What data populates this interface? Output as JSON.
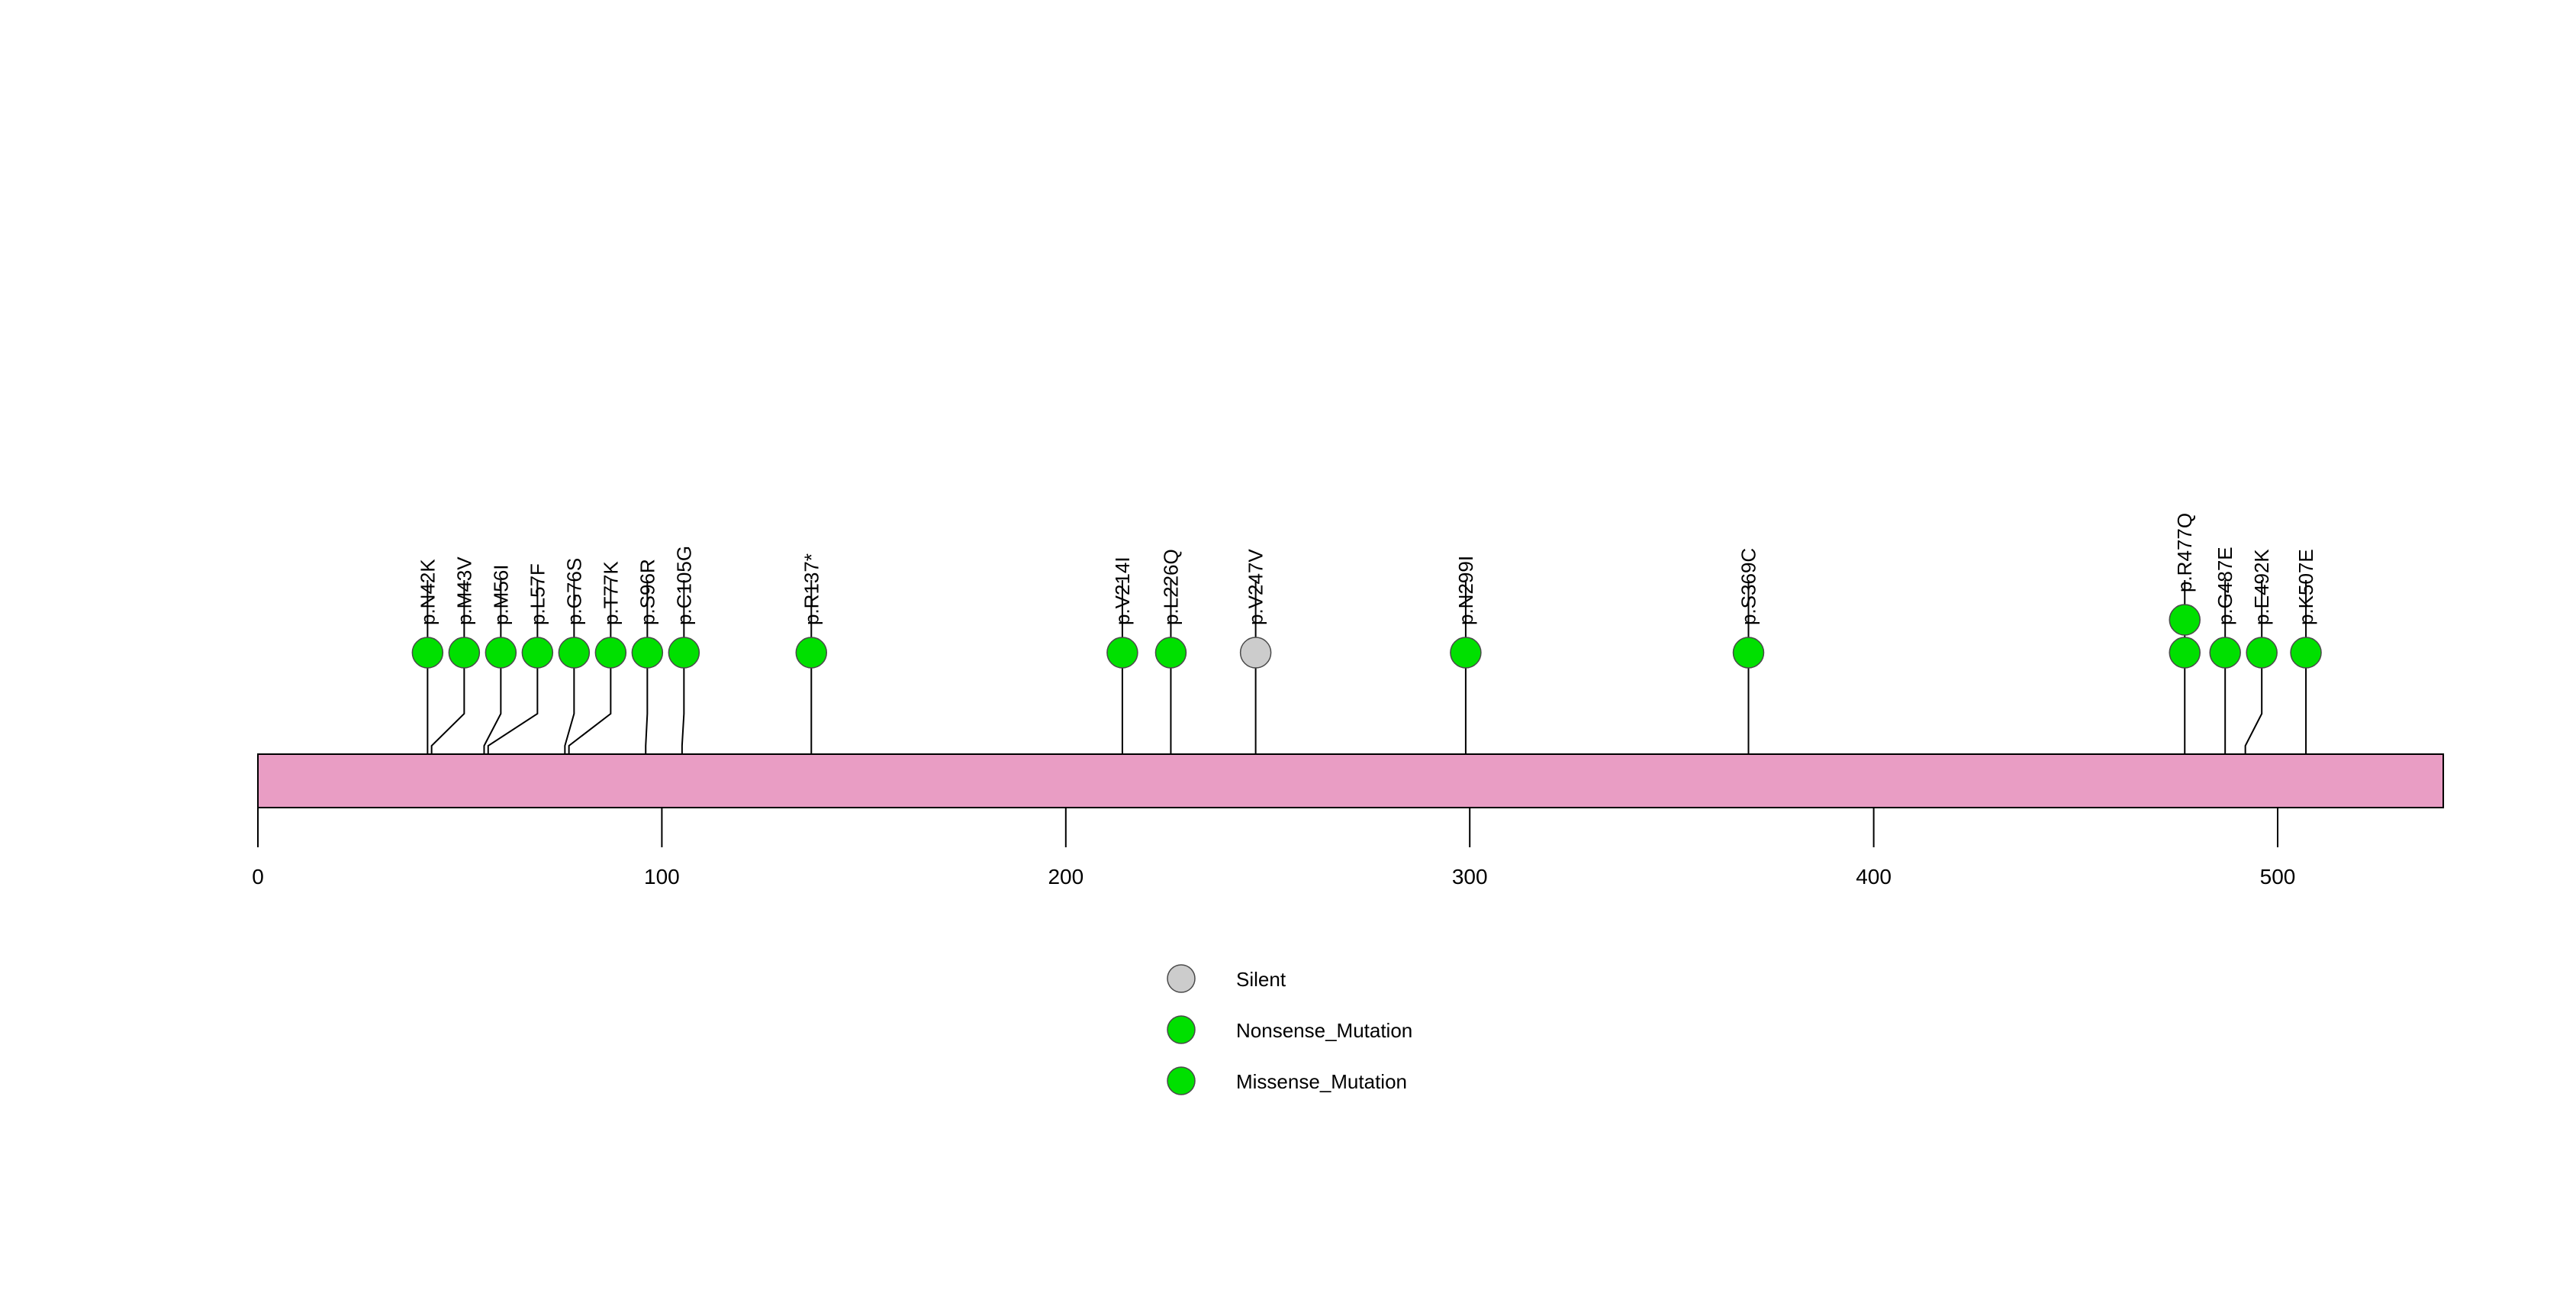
{
  "chart_data": {
    "type": "lollipop",
    "title": "",
    "xlabel": "",
    "ylabel": "",
    "protein_length": 541,
    "axis_ticks": [
      0,
      100,
      200,
      300,
      400,
      500
    ],
    "xlim": [
      0,
      541
    ],
    "grid": false,
    "legend_position": "bottom-center",
    "backbone_color": "#E99DC4",
    "mutations": [
      {
        "label": "p.N42K",
        "position": 42,
        "count": 1,
        "type": "Missense_Mutation",
        "color": "#00E000"
      },
      {
        "label": "p.M43V",
        "position": 43,
        "count": 1,
        "type": "Missense_Mutation",
        "color": "#00E000"
      },
      {
        "label": "p.M56I",
        "position": 56,
        "count": 1,
        "type": "Missense_Mutation",
        "color": "#00E000"
      },
      {
        "label": "p.L57F",
        "position": 57,
        "count": 1,
        "type": "Missense_Mutation",
        "color": "#00E000"
      },
      {
        "label": "p.G76S",
        "position": 76,
        "count": 1,
        "type": "Missense_Mutation",
        "color": "#00E000"
      },
      {
        "label": "p.T77K",
        "position": 77,
        "count": 1,
        "type": "Missense_Mutation",
        "color": "#00E000"
      },
      {
        "label": "p.S96R",
        "position": 96,
        "count": 1,
        "type": "Missense_Mutation",
        "color": "#00E000"
      },
      {
        "label": "p.C105G",
        "position": 105,
        "count": 1,
        "type": "Missense_Mutation",
        "color": "#00E000"
      },
      {
        "label": "p.R137*",
        "position": 137,
        "count": 1,
        "type": "Nonsense_Mutation",
        "color": "#00E000"
      },
      {
        "label": "p.V214I",
        "position": 214,
        "count": 1,
        "type": "Missense_Mutation",
        "color": "#00E000"
      },
      {
        "label": "p.L226Q",
        "position": 226,
        "count": 1,
        "type": "Missense_Mutation",
        "color": "#00E000"
      },
      {
        "label": "p.V247V",
        "position": 247,
        "count": 1,
        "type": "Silent",
        "color": "#CCCCCC"
      },
      {
        "label": "p.N299I",
        "position": 299,
        "count": 1,
        "type": "Missense_Mutation",
        "color": "#00E000"
      },
      {
        "label": "p.S369C",
        "position": 369,
        "count": 1,
        "type": "Missense_Mutation",
        "color": "#00E000"
      },
      {
        "label": "p.R477Q",
        "position": 477,
        "count": 2,
        "type": "Missense_Mutation",
        "color": "#00E000"
      },
      {
        "label": "p.G487E",
        "position": 487,
        "count": 1,
        "type": "Missense_Mutation",
        "color": "#00E000"
      },
      {
        "label": "p.E492K",
        "position": 492,
        "count": 1,
        "type": "Missense_Mutation",
        "color": "#00E000"
      },
      {
        "label": "p.K507E",
        "position": 507,
        "count": 1,
        "type": "Missense_Mutation",
        "color": "#00E000"
      }
    ],
    "legend": [
      {
        "label": "Silent",
        "color": "#CCCCCC"
      },
      {
        "label": "Nonsense_Mutation",
        "color": "#00E000"
      },
      {
        "label": "Missense_Mutation",
        "color": "#00E000"
      }
    ]
  }
}
